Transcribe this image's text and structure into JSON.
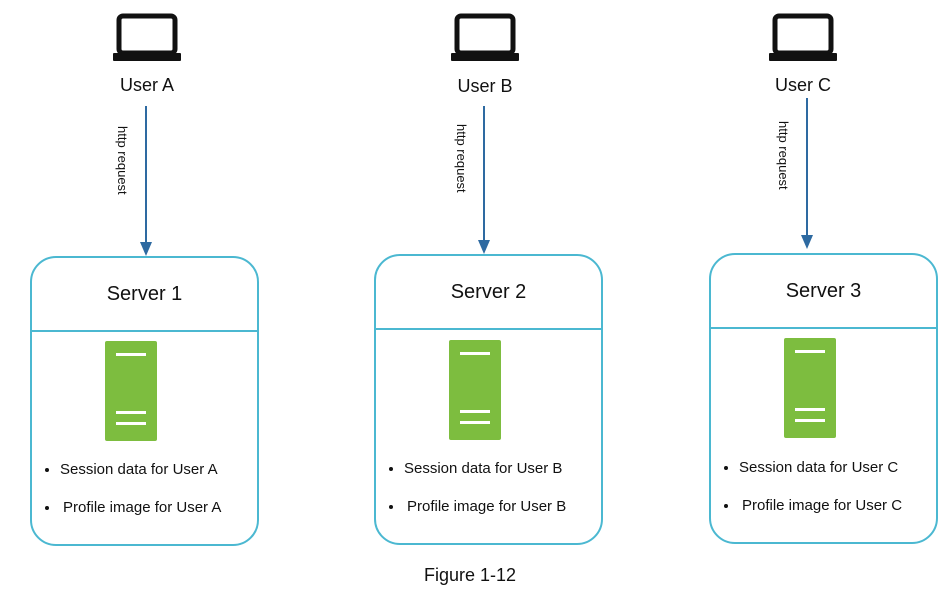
{
  "users": [
    {
      "label": "User A",
      "request_label": "http request"
    },
    {
      "label": "User B",
      "request_label": "http request"
    },
    {
      "label": "User C",
      "request_label": "http request"
    }
  ],
  "servers": [
    {
      "title": "Server 1",
      "items": [
        "Session data for User A",
        "Profile image for User A"
      ]
    },
    {
      "title": "Server 2",
      "items": [
        "Session data for User B",
        "Profile image for User B"
      ]
    },
    {
      "title": "Server 3",
      "items": [
        "Session data for User C",
        "Profile image for User C"
      ]
    }
  ],
  "caption": "Figure 1-12",
  "colors": {
    "server_border": "#4bb8d1",
    "arrow": "#2e6aa1",
    "server_icon": "#7dbd3f",
    "laptop": "#111111"
  },
  "icons": {
    "client": "laptop-icon",
    "server": "server-tower-icon"
  }
}
